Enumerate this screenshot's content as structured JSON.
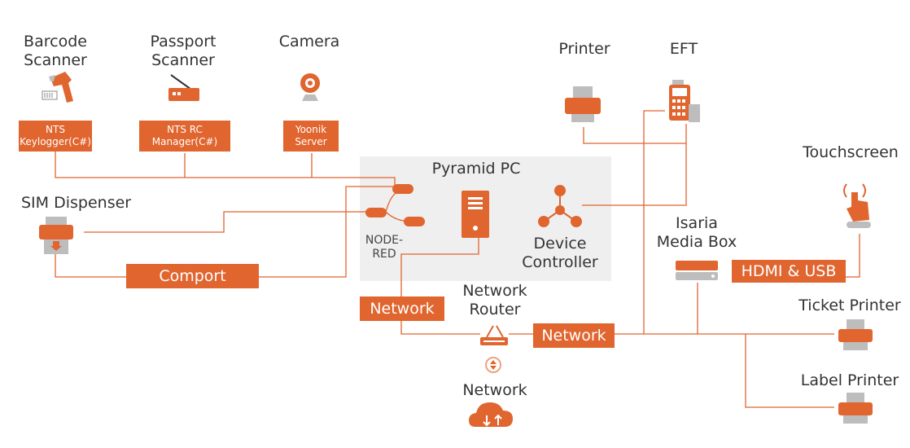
{
  "devices": {
    "barcode_scanner": "Barcode\nScanner",
    "passport_scanner": "Passport\nScanner",
    "camera": "Camera",
    "printer": "Printer",
    "eft": "EFT",
    "touchscreen": "Touchscreen",
    "sim_dispenser": "SIM Dispenser",
    "pyramid_pc": "Pyramid PC",
    "node_red": "NODE-\nRED",
    "device_controller": "Device\nController",
    "isaria_media_box": "Isaria\nMedia Box",
    "network_router": "Network\nRouter",
    "network_cloud": "Network",
    "ticket_printer": "Ticket Printer",
    "label_printer": "Label Printer"
  },
  "tags": {
    "nts_keylogger": "NTS\nKeylogger(C#)",
    "nts_rc_manager": "NTS RC\nManager(C#)",
    "yoonik_server": "Yoonik\nServer",
    "comport": "Comport",
    "network_left": "Network",
    "network_right": "Network",
    "hdmi_usb": "HDMI & USB"
  },
  "colors": {
    "accent": "#e0652f",
    "gray": "#bdbdbd",
    "line": "#e0652f",
    "panel": "#efefef"
  }
}
